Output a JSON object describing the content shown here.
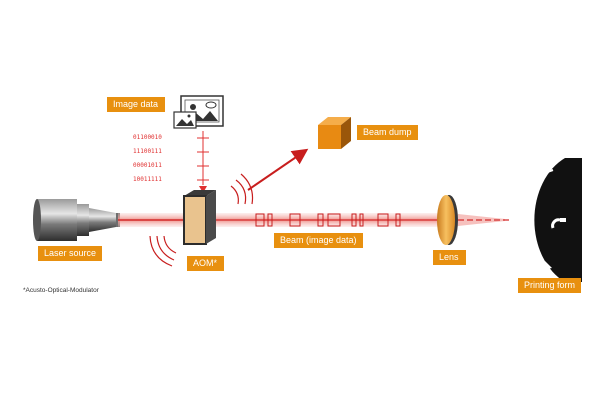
{
  "colors": {
    "label_bg": "#e8900f",
    "laser": "#d42a2a",
    "beam_glow": "#f4b2ae",
    "lens": "#f0a63a",
    "cube": "#e88a12"
  },
  "labels": {
    "image_data": "Image data",
    "beam_dump": "Beam dump",
    "laser_source": "Laser source",
    "aom": "AOM*",
    "beam": "Beam (image data)",
    "lens": "Lens",
    "printing_form": "Printing form"
  },
  "binary_rows": [
    "01100010",
    "11100111",
    "00001011",
    "10011111"
  ],
  "footnote": "*Acusto-Optical-Modulator",
  "icons": {
    "image_data": "image-file-icon",
    "beam_dump": "cube-icon",
    "laser": "laser-head-icon",
    "aom": "modulator-crystal-icon",
    "lens": "lens-icon",
    "printing_form": "drum-icon"
  }
}
